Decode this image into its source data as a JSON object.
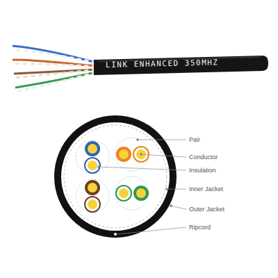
{
  "diagram": {
    "labels": [
      "LINK ENHANCED 350MHZ",
      "Pair",
      "Conductor",
      "Insulation",
      "Inner Jacket",
      "Outer Jacket",
      "Ripcord"
    ]
  }
}
